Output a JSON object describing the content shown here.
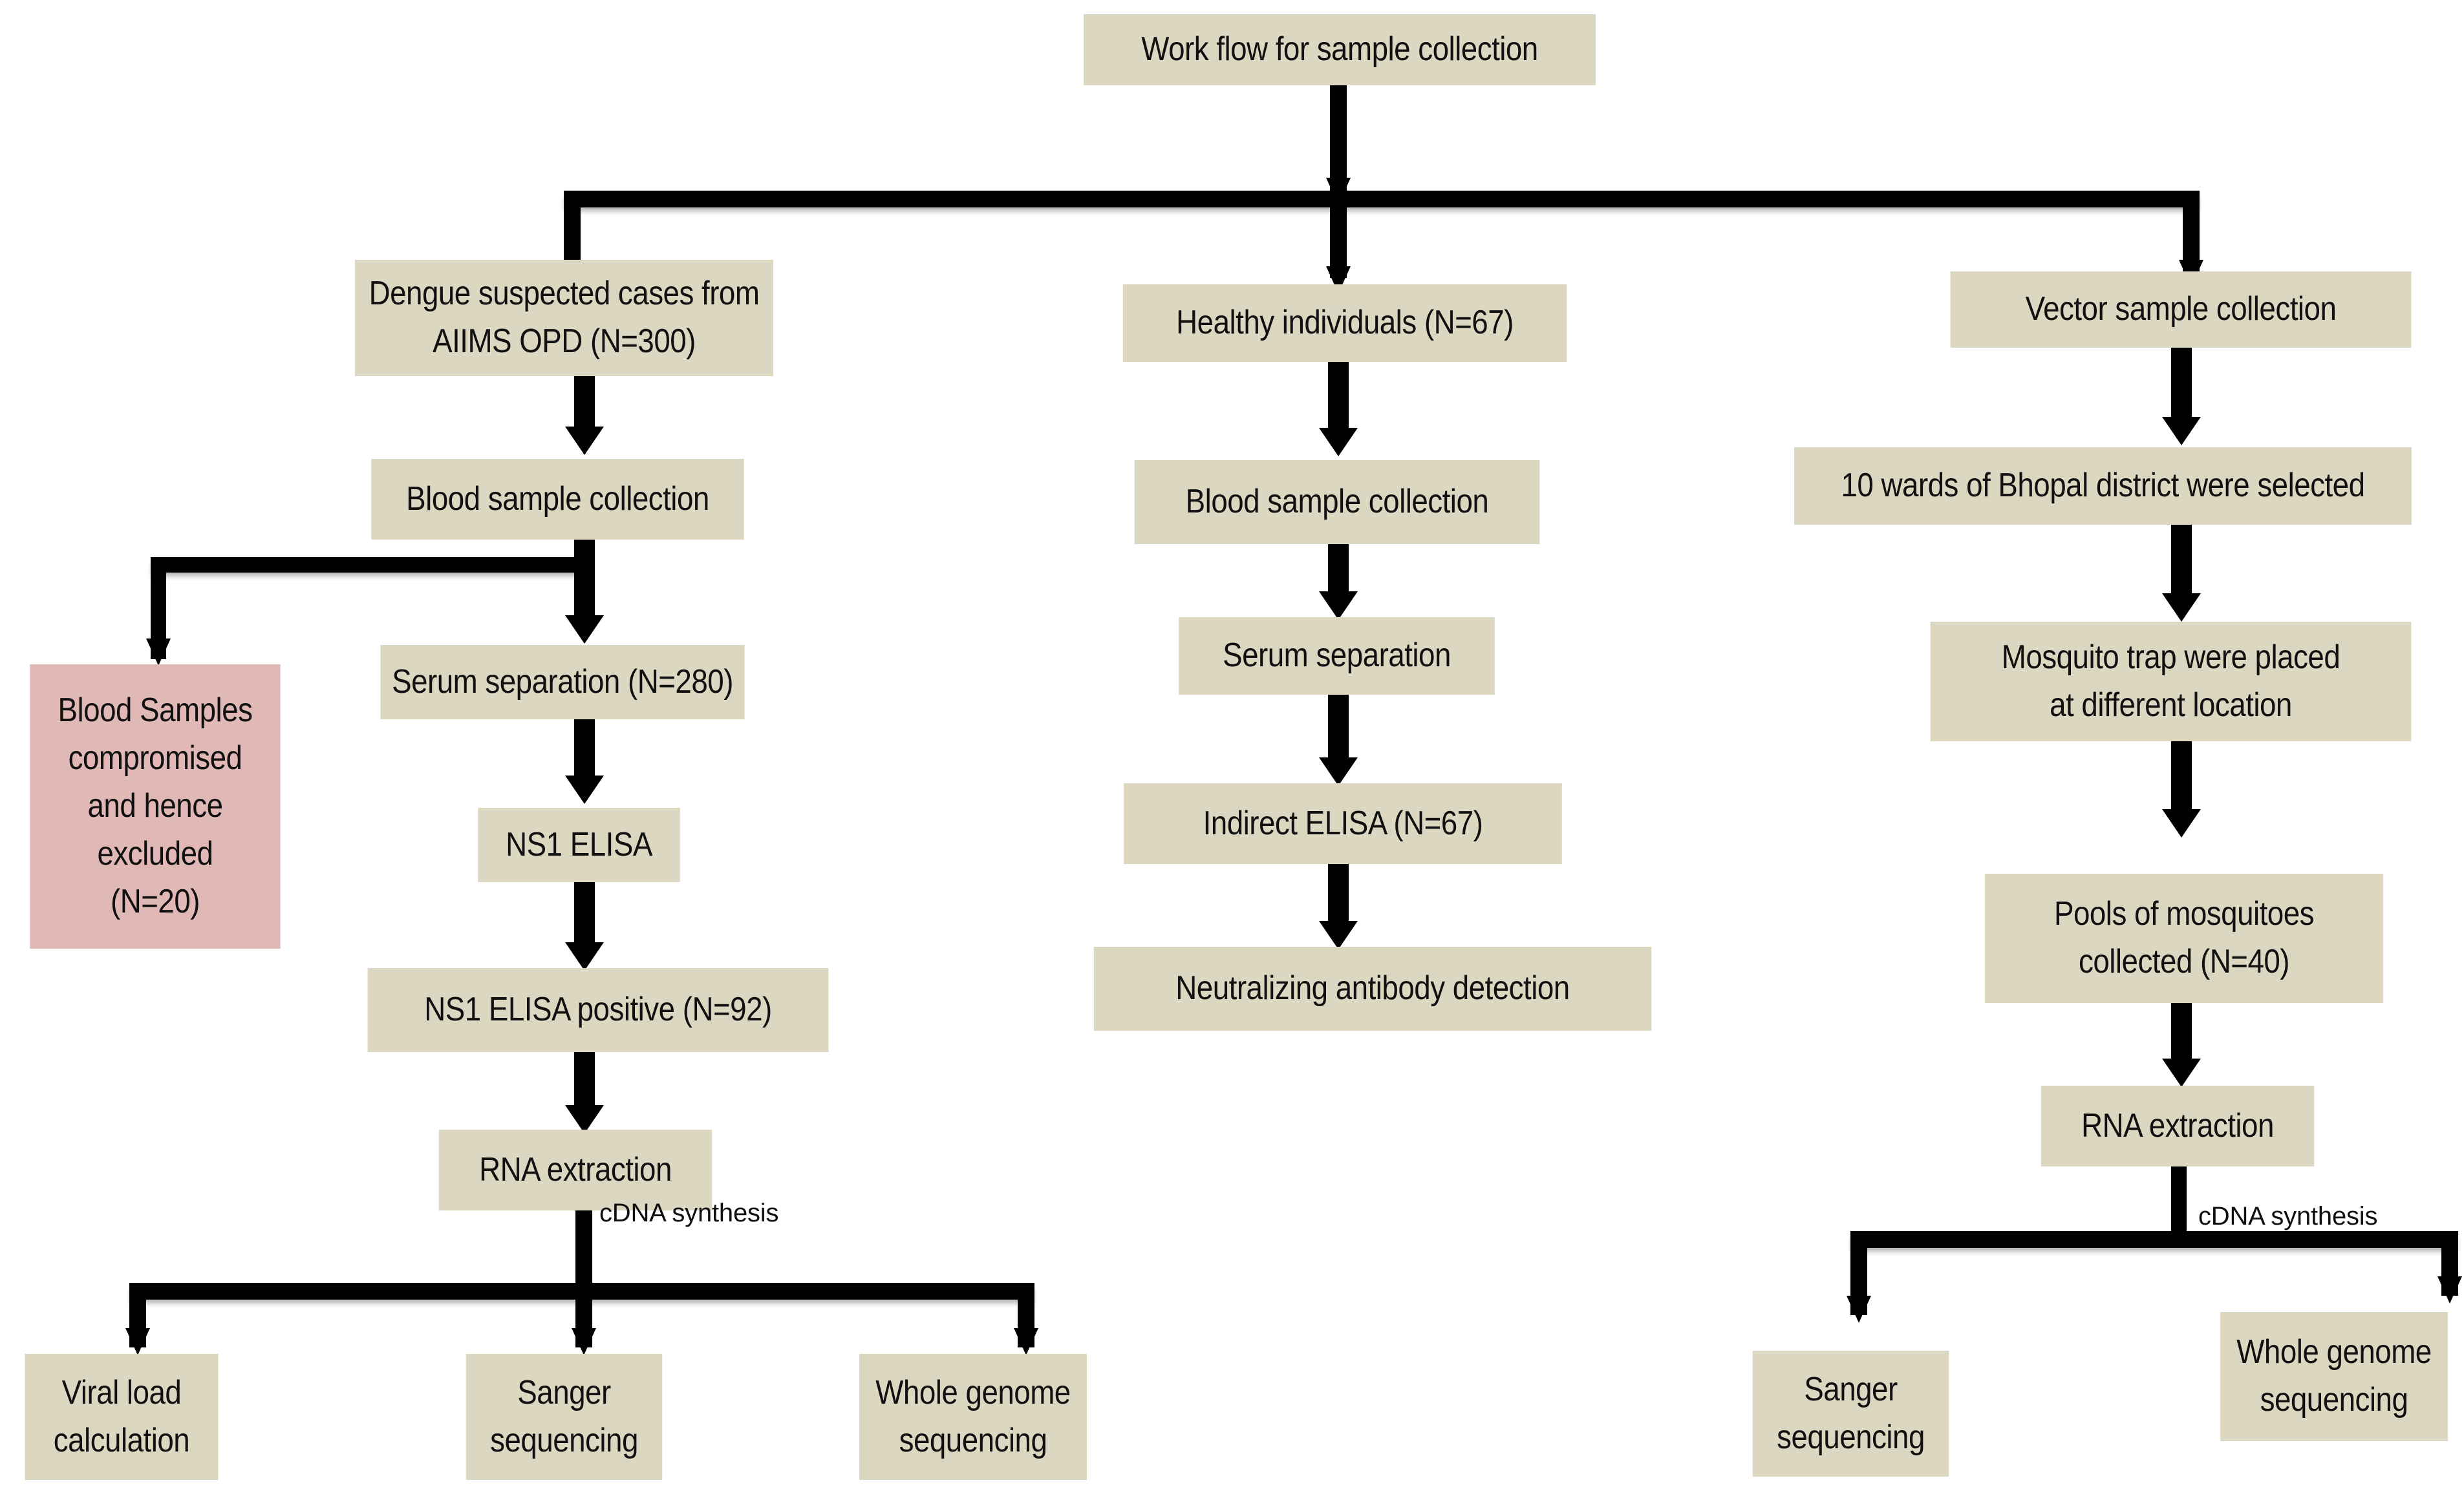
{
  "diagram": {
    "title": "Work flow  for sample collection",
    "accent_box_color": "#dcd7c0",
    "excluded_box_color": "#e0b9b7",
    "connector_color": "#000000"
  },
  "branches": {
    "patients": {
      "source": "Dengue suspected cases from\nAIIMS OPD (N=300)",
      "blood_collection": "Blood sample collection",
      "excluded": "Blood Samples\ncompromised\nand hence\nexcluded\n(N=20)",
      "serum": "Serum separation (N=280)",
      "ns1_elisa": "NS1 ELISA",
      "ns1_positive": "NS1 ELISA positive (N=92)",
      "rna": "RNA extraction",
      "cdna_label": "cDNA synthesis",
      "outputs": [
        "Viral load\ncalculation",
        "Sanger\nsequencing",
        "Whole genome\nsequencing"
      ]
    },
    "healthy": {
      "source": "Healthy individuals (N=67)",
      "blood_collection": "Blood sample collection",
      "serum": "Serum separation",
      "indirect_elisa": "Indirect ELISA (N=67)",
      "neutralizing": "Neutralizing antibody detection"
    },
    "vector": {
      "source": "Vector sample collection",
      "wards": "10 wards of Bhopal district were selected",
      "traps": "Mosquito trap were placed\nat different location",
      "pools": "Pools of mosquitoes\ncollected (N=40)",
      "rna": "RNA extraction",
      "cdna_label": "cDNA synthesis",
      "outputs": [
        "Sanger\nsequencing",
        "Whole genome\nsequencing"
      ]
    }
  }
}
